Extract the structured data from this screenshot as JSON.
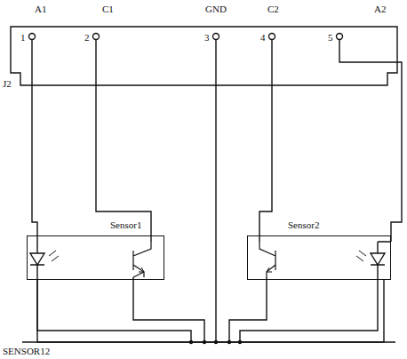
{
  "diagram": {
    "nodes": [
      {
        "text": [
          "Sensor1"
        ]
      },
      {
        "text": [
          "Sensor2"
        ]
      }
    ],
    "edges": [
      {
        "from": 0,
        "to": 1,
        "arrow": "none"
      }
    ],
    "labels": [
      "A1",
      "C1",
      "GND",
      "C2",
      "A2",
      "J2",
      "1",
      "2",
      "3",
      "4",
      "5",
      "SENSOR12"
    ]
  }
}
